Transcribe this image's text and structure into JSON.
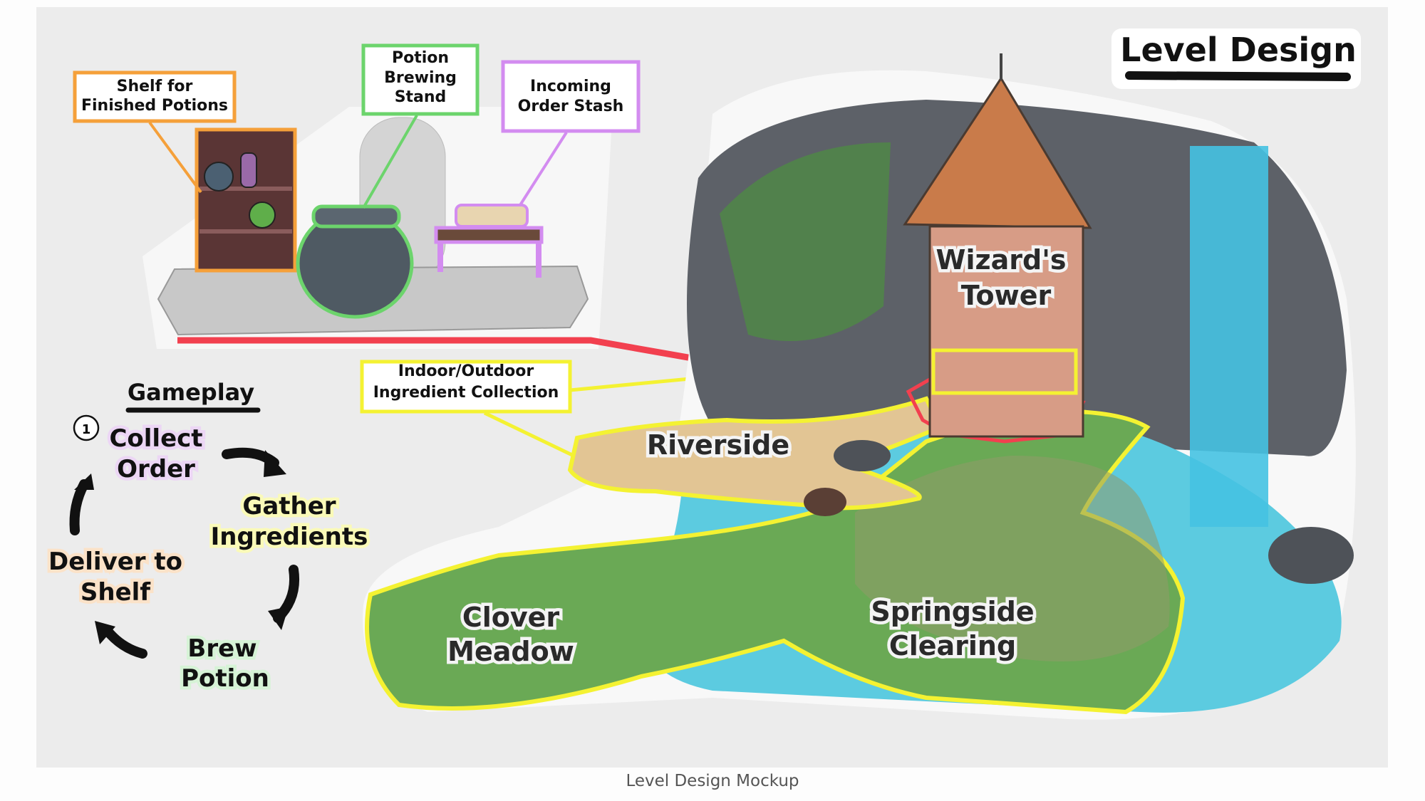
{
  "title": "Level Design",
  "caption": "Level Design Mockup",
  "callouts": {
    "shelf": [
      "Shelf for",
      "Finished Potions"
    ],
    "brewing": [
      "Potion",
      "Brewing",
      "Stand"
    ],
    "orders": [
      "Incoming",
      "Order Stash"
    ],
    "ingredients": [
      "Indoor/Outdoor",
      "Ingredient Collection"
    ]
  },
  "areas": {
    "tower": [
      "Wizard's",
      "Tower"
    ],
    "riverside": "Riverside",
    "meadow": [
      "Clover",
      "Meadow"
    ],
    "clearing": [
      "Springside",
      "Clearing"
    ]
  },
  "gameplay": {
    "heading": "Gameplay",
    "step_number": "1",
    "steps": [
      {
        "lines": [
          "Collect",
          "Order"
        ]
      },
      {
        "lines": [
          "Gather",
          "Ingredients"
        ]
      },
      {
        "lines": [
          "Brew",
          "Potion"
        ]
      },
      {
        "lines": [
          "Deliver to",
          "Shelf"
        ]
      }
    ]
  },
  "colors": {
    "shelf": "#f5a03a",
    "brewing": "#6cd46c",
    "orders": "#d38cf0",
    "ingredients": "#f4f232",
    "connector": "#f2404f",
    "canvas": "#ececec"
  }
}
